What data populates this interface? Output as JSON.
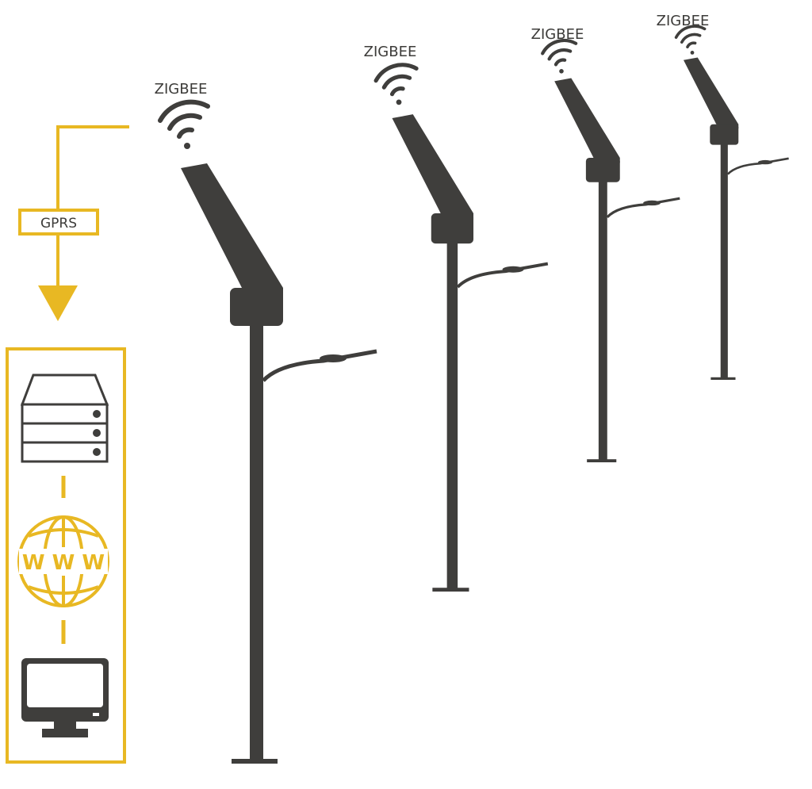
{
  "colors": {
    "accent": "#E8B823",
    "dark": "#3f3e3c"
  },
  "poles": [
    {
      "label": "ZIGBEE"
    },
    {
      "label": "ZIGBEE"
    },
    {
      "label": "ZIGBEE"
    },
    {
      "label": "ZIGBEE"
    }
  ],
  "link_label": "GPRS",
  "globe_text": "W W W",
  "icons": [
    "server-icon",
    "globe-www-icon",
    "monitor-icon",
    "wifi-icon"
  ]
}
